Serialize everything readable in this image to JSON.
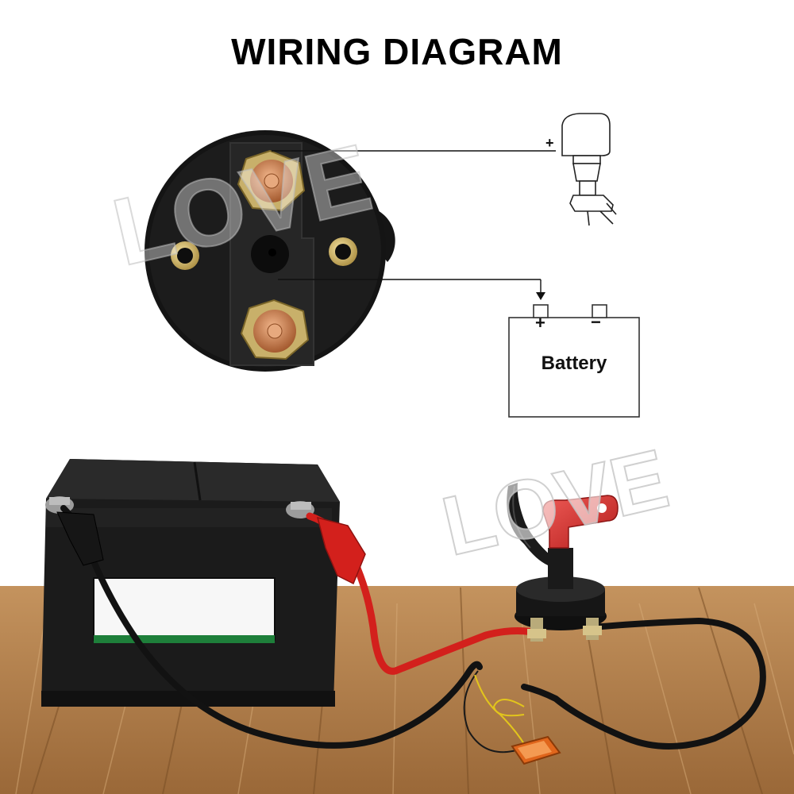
{
  "title": "WIRING DIAGRAM",
  "watermark": "LOVE",
  "diagram": {
    "motor": {
      "terminal_sign": "+"
    },
    "battery": {
      "label": "Battery",
      "plus_sign": "+",
      "minus_sign": "−"
    }
  },
  "colors": {
    "wire_red": "#d3201c",
    "wire_black": "#121212",
    "wood": "#b07d4d",
    "switch_key": "#d42a28",
    "terminal_copper": "#c9794a",
    "battery_body": "#1b1b1b"
  }
}
